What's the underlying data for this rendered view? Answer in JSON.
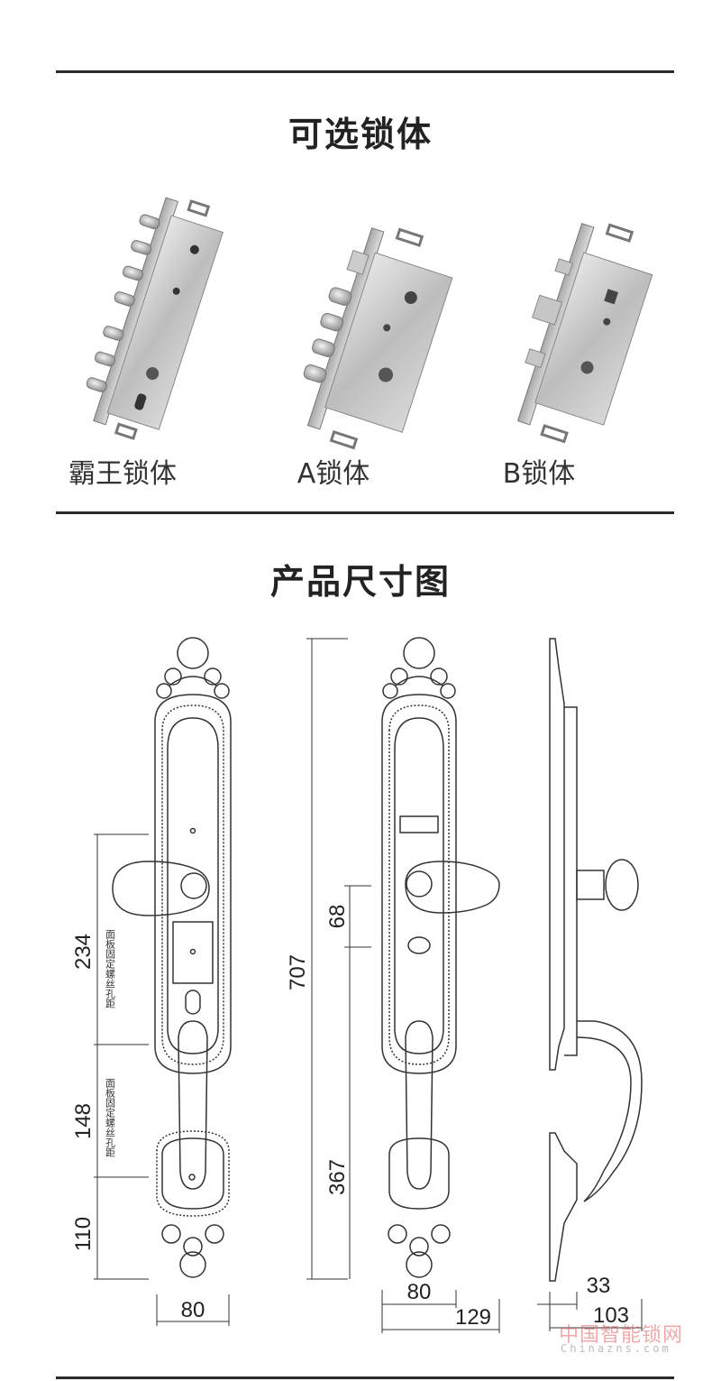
{
  "section1": {
    "title": "可选锁体"
  },
  "locks": [
    {
      "label": "霸王锁体"
    },
    {
      "label": "A锁体"
    },
    {
      "label": "B锁体"
    }
  ],
  "section2": {
    "title": "产品尺寸图"
  },
  "dimensions": {
    "d234": "234",
    "d148": "148",
    "d110": "110",
    "d80a": "80",
    "d707": "707",
    "d68": "68",
    "d367": "367",
    "d80b": "80",
    "d129": "129",
    "d33": "33",
    "d103": "103",
    "note_a": "面板固定螺丝孔距",
    "note_b": "面板固定螺丝孔距"
  },
  "watermark": {
    "text": "中国智能锁网",
    "url": "Chinazns.com"
  }
}
